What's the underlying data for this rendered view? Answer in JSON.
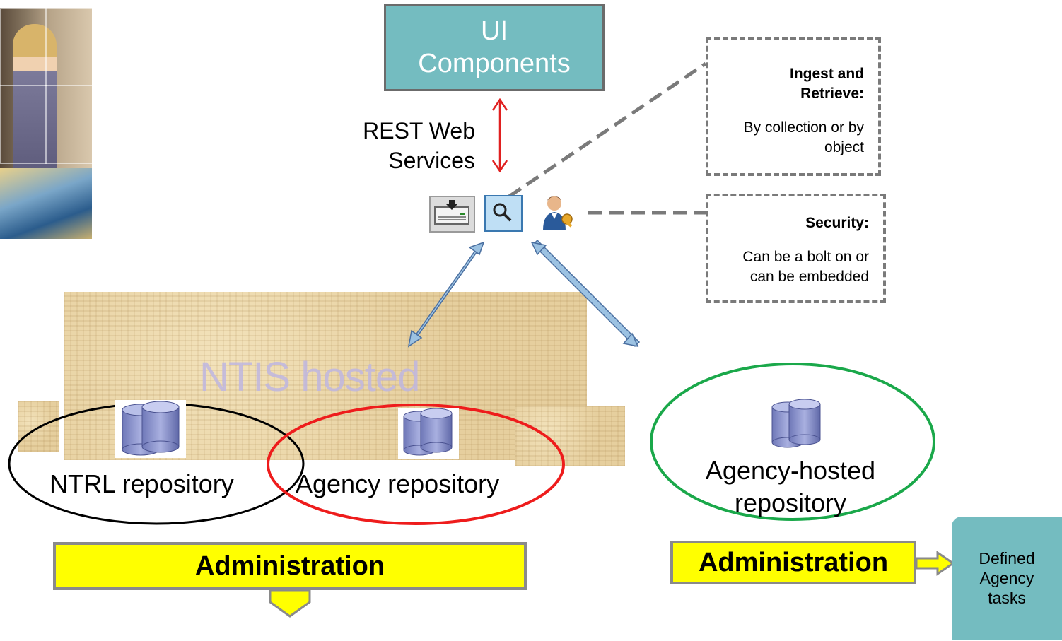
{
  "ui_components": {
    "line1": "UI",
    "line2": "Components"
  },
  "rest": {
    "line1": "REST Web",
    "line2": "Services"
  },
  "ingest_note": {
    "title_line1": "Ingest and",
    "title_line2": "Retrieve:",
    "body_line1": "By collection or by",
    "body_line2": "object"
  },
  "security_note": {
    "title": "Security:",
    "body_line1": "Can be a bolt on or",
    "body_line2": "can be embedded"
  },
  "icons": [
    "disk-drive-icon",
    "search-icon",
    "user-key-icon",
    "database-icon"
  ],
  "ntis_hosted": "NTIS hosted",
  "repositories": {
    "ntrl": "NTRL repository",
    "agency": "Agency repository",
    "agency_hosted_line1": "Agency-hosted",
    "agency_hosted_line2": "repository"
  },
  "administration_left": "Administration",
  "administration_right": "Administration",
  "defined_tasks": {
    "line1": "Defined",
    "line2": "Agency",
    "line3": "tasks"
  },
  "colors": {
    "teal_box": "#74bcc0",
    "admin_yellow": "#ffff00",
    "ntrl_ellipse": "#000000",
    "agency_ellipse": "#ee1c1c",
    "hosted_ellipse": "#1aa84a",
    "rest_arrow": "#e02020",
    "blue_arrow": "#7aa6c8",
    "dashed_connector": "#7a7a7a"
  }
}
